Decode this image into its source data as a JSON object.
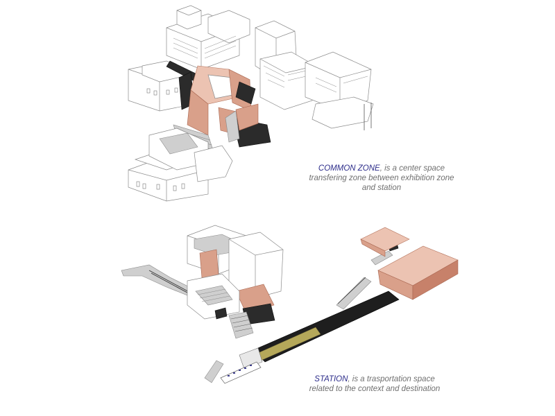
{
  "captions": {
    "common": {
      "key": "COMMON ZONE",
      "rest_line1": ", is a center space",
      "line2": "transfering zone between exhibition zone",
      "line3": "and station"
    },
    "station": {
      "key": "STATION",
      "rest_line1": ", is a trasportation space",
      "line2": "related to the context and destination"
    }
  },
  "colors": {
    "caption_key": "#2c2c8a",
    "caption_text": "#6f6f6f",
    "copper": "#d9a08a",
    "dark": "#2b2b2b"
  }
}
